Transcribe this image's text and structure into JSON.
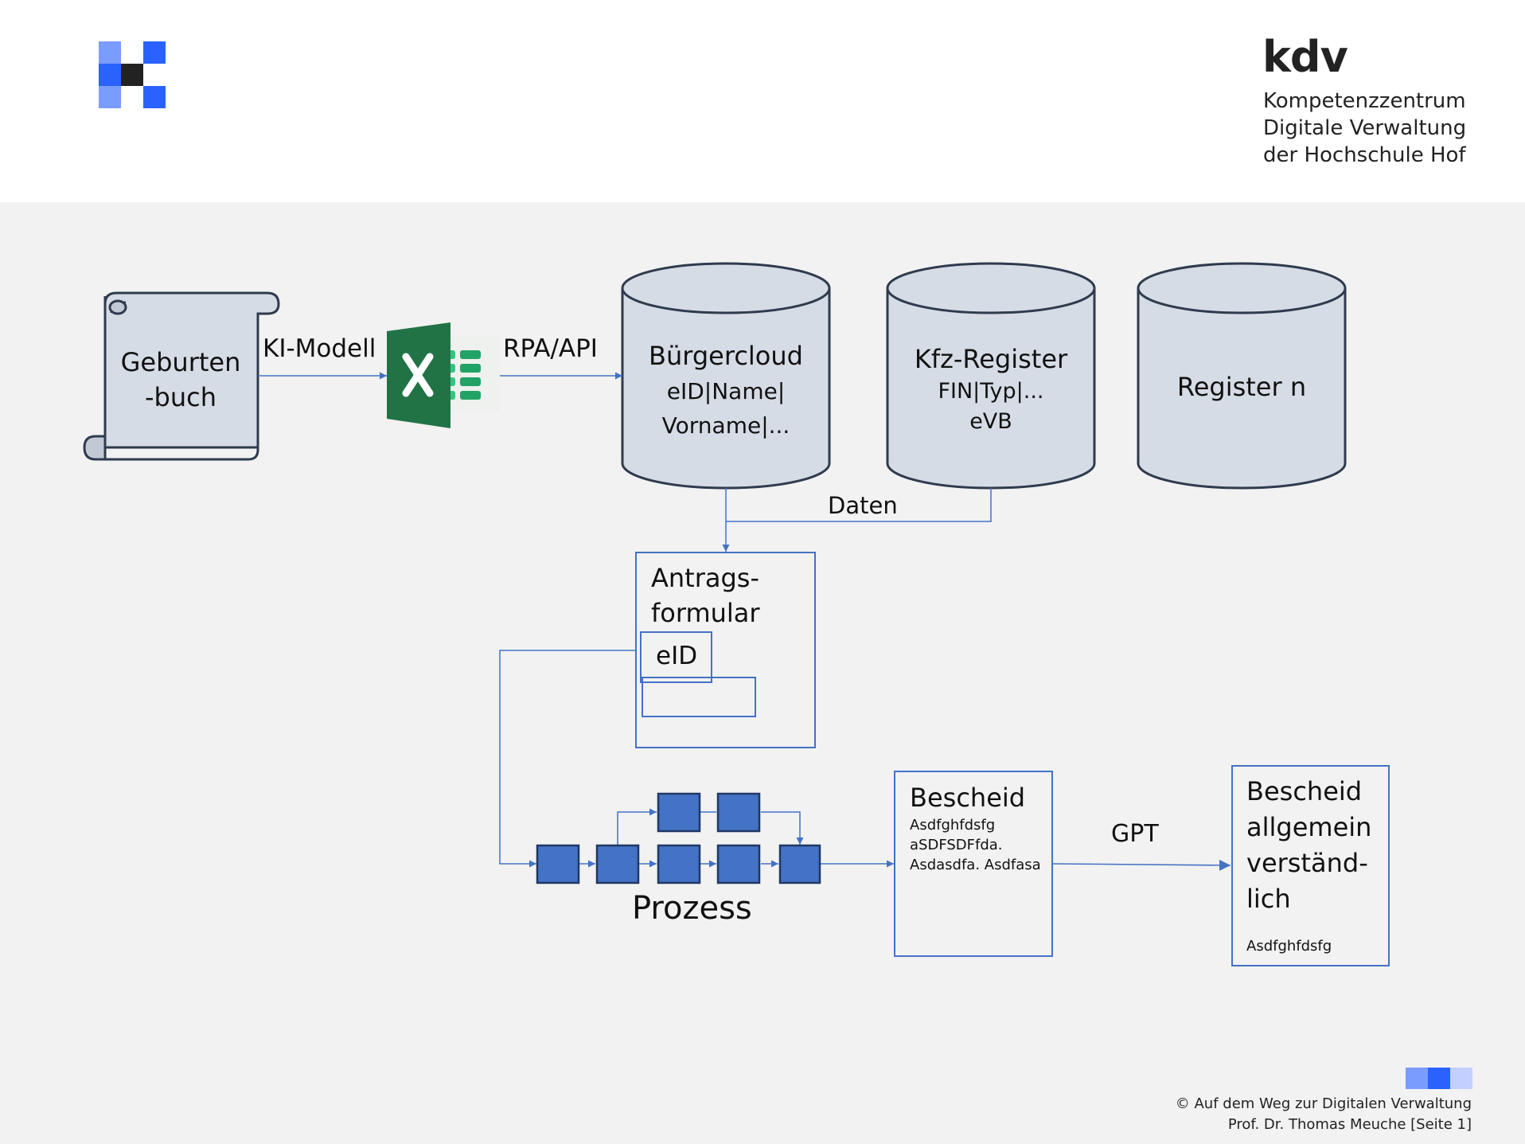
{
  "header": {
    "brand": "kdv",
    "subtitle_lines": [
      "Kompetenzzentrum",
      "Digitale Verwaltung",
      "der Hochschule Hof"
    ]
  },
  "nodes": {
    "geburtenbuch": [
      "Geburten",
      "-buch"
    ],
    "buergercloud": {
      "title": "Bürgercloud",
      "lines": [
        "eID|Name|",
        "Vorname|..."
      ]
    },
    "kfz": {
      "title": "Kfz-Register",
      "lines": [
        "FIN|Typ|...",
        "eVB"
      ]
    },
    "register_n": "Register n",
    "antrag": [
      "Antrags-",
      "formular"
    ],
    "eid": "eID",
    "prozess": "Prozess",
    "bescheid": {
      "title": "Bescheid",
      "lines": [
        "Asdfghfdsfg",
        "aSDFSDFfda.",
        "Asdasdfa. Asdfasa"
      ]
    },
    "bescheid2": {
      "title_lines": [
        "Bescheid",
        "allgemein",
        "verständ-",
        "lich"
      ],
      "body": "Asdfghfdsfg"
    }
  },
  "edges": {
    "ki_modell": "KI-Modell",
    "rpa_api": "RPA/API",
    "daten": "Daten",
    "gpt": "GPT"
  },
  "footer": {
    "line1": "© Auf dem Weg zur Digitalen Verwaltung",
    "line2": "Prof. Dr. Thomas Meuche [Seite 1]"
  },
  "colors": {
    "shape_fill": "#d6dce5",
    "shape_stroke": "#2f3b4e",
    "line_blue": "#4472c4",
    "process_fill": "#4472c4",
    "process_stroke": "#1f3864",
    "excel_green": "#217346",
    "logo_blue": "#2962ff",
    "logo_light": "#7a9cff"
  }
}
